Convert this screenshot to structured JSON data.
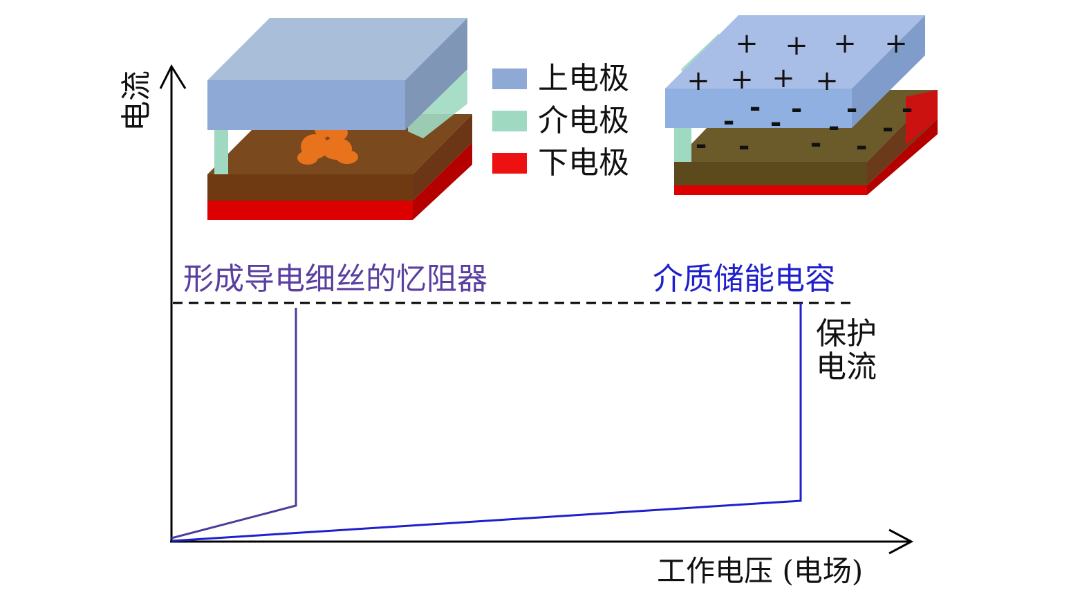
{
  "axes": {
    "y_label": "电流",
    "x_label": "工作电压 (电场)"
  },
  "legend": [
    {
      "label": "上电极",
      "color": "#8fa9d6"
    },
    {
      "label": "介电极",
      "color": "#9fd9c2"
    },
    {
      "label": "下电极",
      "color": "#ee1111"
    }
  ],
  "curves": {
    "memristor_label": "形成导电细丝的忆阻器",
    "capacitor_label": "介质储能电容",
    "compliance_label_line1": "保护",
    "compliance_label_line2": "电流"
  },
  "capacitor_charges": {
    "positive": "+",
    "negative": "-"
  },
  "colors": {
    "memristor_curve": "#4b3c9a",
    "capacitor_curve": "#1f1fcc",
    "axis": "#000000",
    "filament": "#e8731c"
  }
}
